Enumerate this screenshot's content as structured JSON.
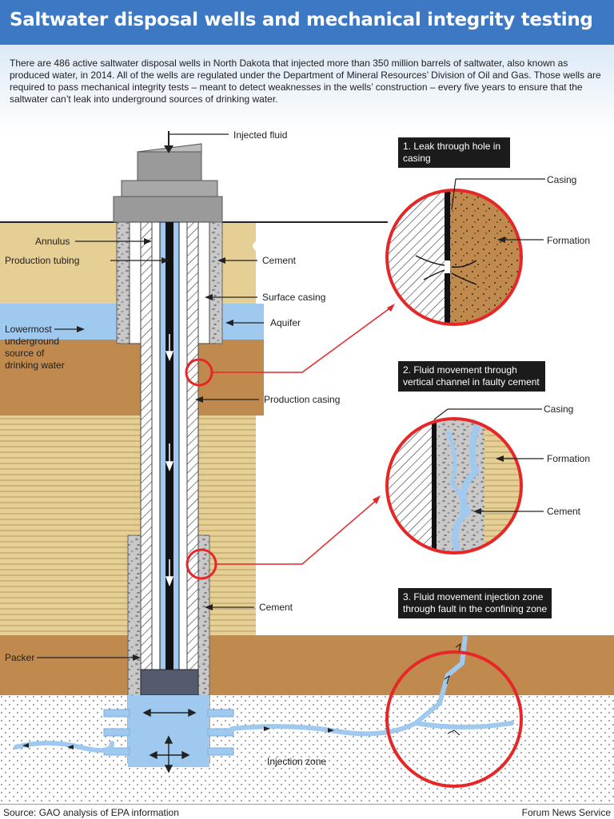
{
  "title": "Saltwater disposal wells and mechanical integrity testing",
  "intro": "There are 486 active saltwater disposal wells in North Dakota that injected more than 350 million barrels of saltwater, also known as produced water, in 2014. All of the wells are regulated under the Department of Mineral Resources’ Division of Oil and Gas. Those wells are required to pass mechanical integrity tests – meant to detect weaknesses in the wells’ construction – every five years to ensure that the saltwater can’t leak into underground sources of drinking water.",
  "well_labels": {
    "injected_fluid": "Injected fluid",
    "annulus": "Annulus",
    "production_tubing": "Production tubing",
    "cement_upper": "Cement",
    "surface_casing": "Surface casing",
    "aquifer": "Aquifer",
    "lowermost_usdw": [
      "Lowermost",
      "underground",
      "source of",
      "drinking water"
    ],
    "production_casing": "Production casing",
    "cement_lower": "Cement",
    "packer": "Packer",
    "injection_zone": "Injection zone"
  },
  "panels": [
    {
      "title_lines": [
        "1. Leak through hole in",
        "casing"
      ],
      "labels": [
        "Casing",
        "Formation"
      ]
    },
    {
      "title_lines": [
        "2. Fluid movement through",
        "vertical channel in faulty cement"
      ],
      "labels": [
        "Casing",
        "Formation",
        "Cement"
      ]
    },
    {
      "title_lines": [
        "3. Fluid movement injection zone",
        "through fault in the confining zone"
      ],
      "labels": []
    }
  ],
  "source": "Source: GAO analysis of EPA information",
  "credit": "Forum News Service",
  "colors": {
    "header": "#3d78c4",
    "sand": "#e6cf94",
    "brown": "#c08a4e",
    "water": "#9fc9ee",
    "highlight": "#e62727"
  }
}
